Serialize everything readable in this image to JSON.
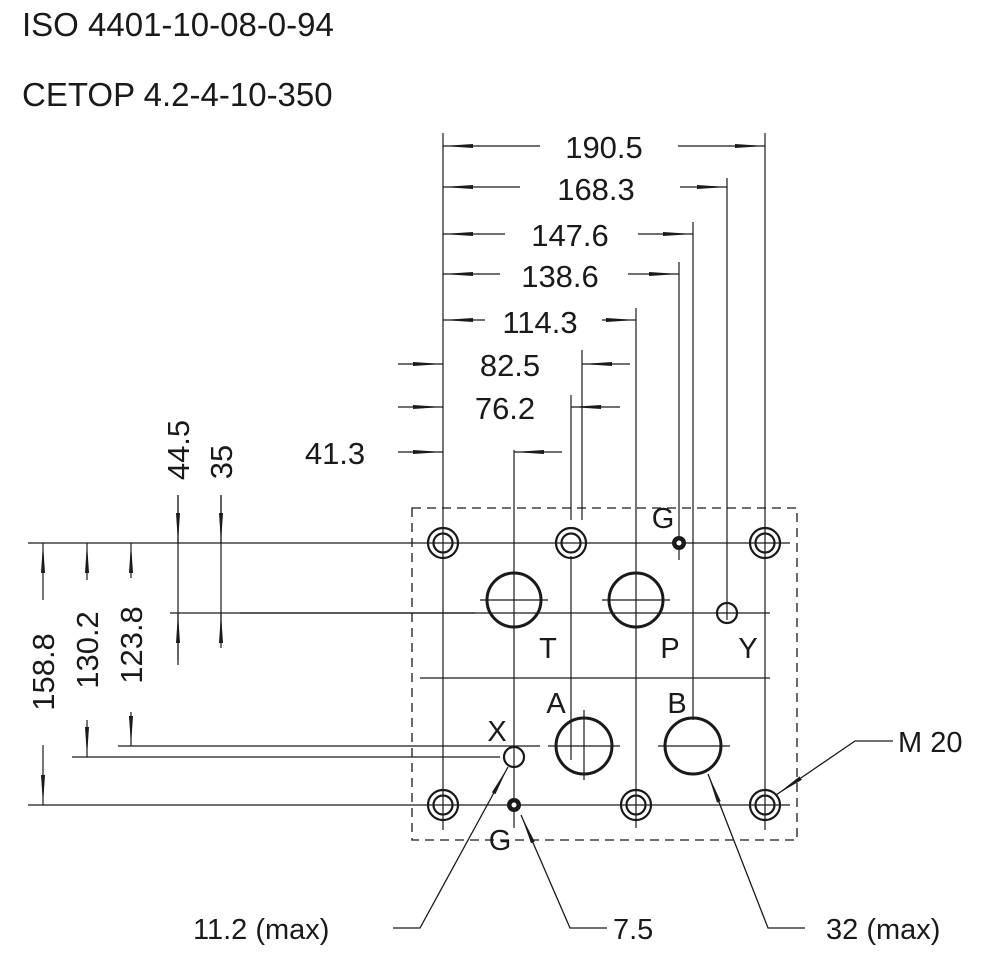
{
  "titles": {
    "iso": "ISO 4401-10-08-0-94",
    "cetop": "CETOP 4.2-4-10-350"
  },
  "dimensions": {
    "horizontal": [
      "190.5",
      "168.3",
      "147.6",
      "138.6",
      "114.3",
      "82.5",
      "76.2",
      "41.3"
    ],
    "vertical": [
      "44.5",
      "35",
      "158.8",
      "130.2",
      "123.8"
    ]
  },
  "ports": {
    "T": "T",
    "P": "P",
    "A": "A",
    "B": "B",
    "X": "X",
    "Y": "Y",
    "G_top": "G",
    "G_bottom": "G"
  },
  "callouts": {
    "thread": "M 20",
    "xy_diameter": "11.2 (max)",
    "pin_diameter": "7.5",
    "port_diameter": "32 (max)"
  },
  "colors": {
    "line": "#1a1a1a",
    "background": "#ffffff"
  }
}
